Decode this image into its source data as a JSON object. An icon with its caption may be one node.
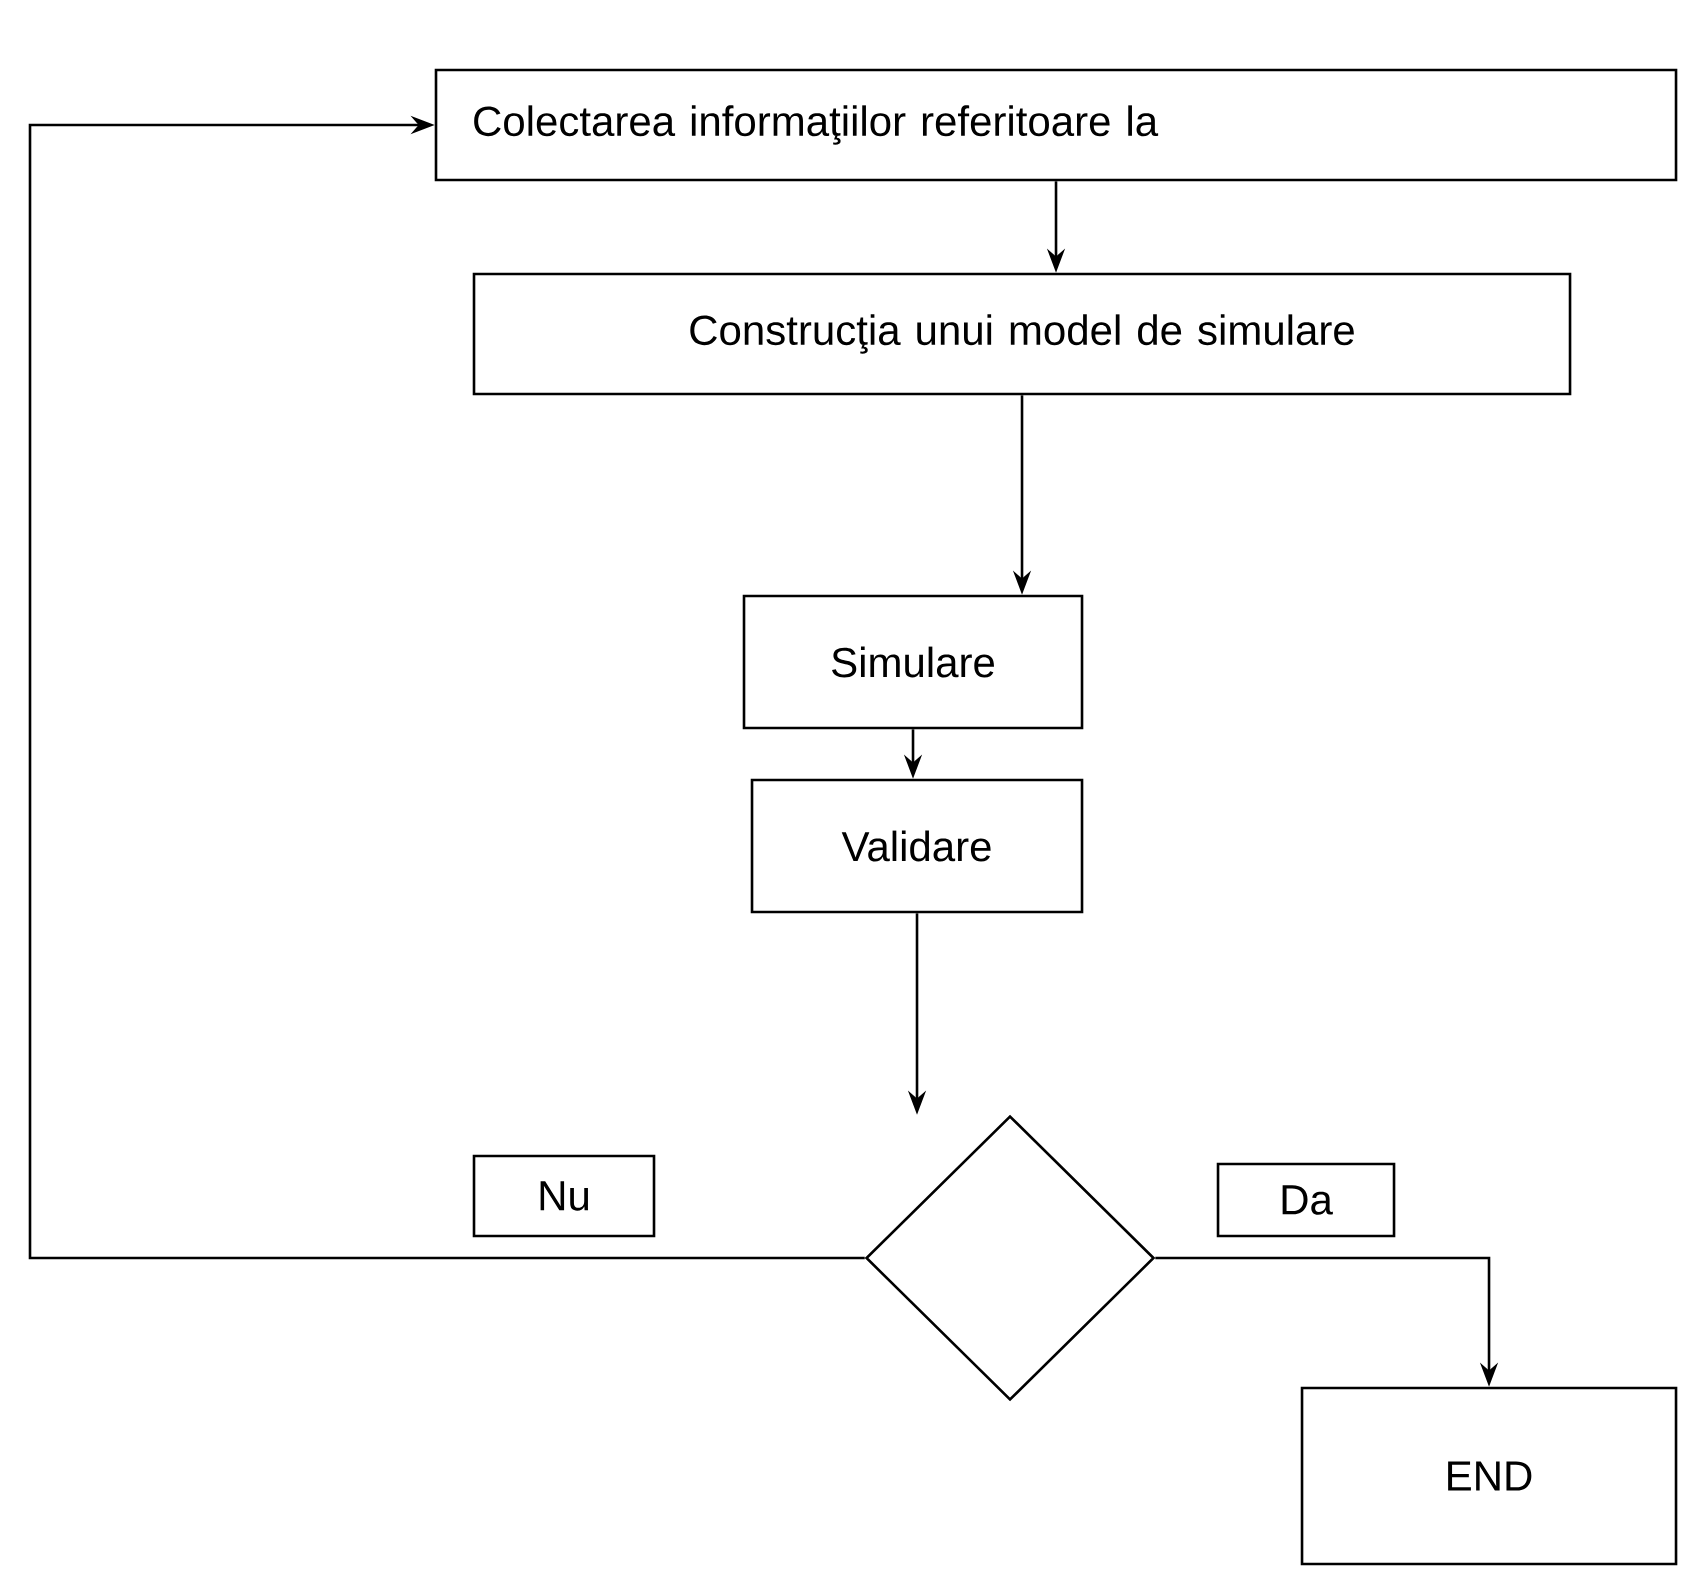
{
  "diagram": {
    "nodes": [
      {
        "text": [
          "Colectarea informaţiilor referitoare la"
        ]
      },
      {
        "text": [
          "Construcţia unui model de simulare"
        ]
      },
      {
        "text": [
          "Simulare"
        ]
      },
      {
        "text": [
          "Validare"
        ]
      },
      {
        "text": [],
        "shape": "diamond"
      },
      {
        "text": [
          "Nu"
        ]
      },
      {
        "text": [
          "Da"
        ]
      },
      {
        "text": [
          "END"
        ]
      }
    ],
    "edges": [
      {
        "from": 0,
        "to": 1,
        "arrow": "to"
      },
      {
        "from": 1,
        "to": 2,
        "arrow": "to"
      },
      {
        "from": 2,
        "to": 3,
        "arrow": "to"
      },
      {
        "from": 3,
        "to": 4,
        "arrow": "to"
      },
      {
        "from": 4,
        "to": 7,
        "arrow": "to"
      },
      {
        "from": 4,
        "to": 0,
        "arrow": "to"
      }
    ]
  }
}
